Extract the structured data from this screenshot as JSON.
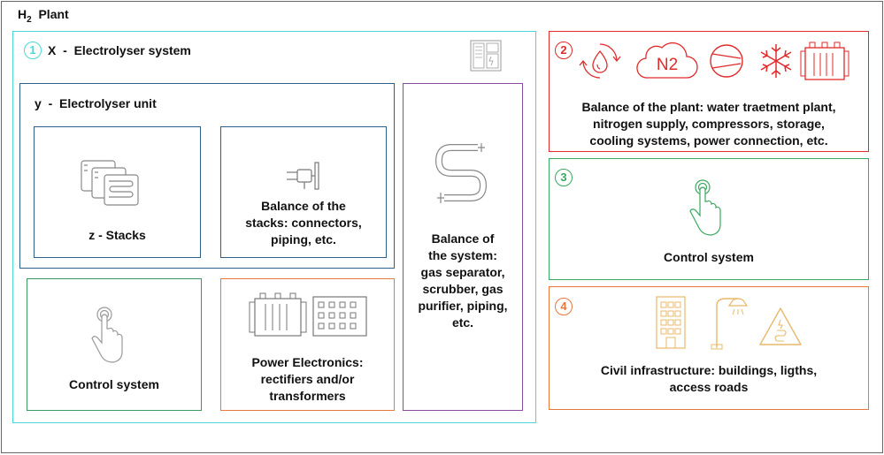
{
  "page": {
    "title_main": "H",
    "title_sub": "2",
    "title_rest": "Plant"
  },
  "electrolyser_system": {
    "number": "1",
    "code": "X",
    "separator": "-",
    "title": "Electrolyser system",
    "color": "#4dd6d6",
    "unit": {
      "code": "y",
      "separator": "-",
      "title": "Electrolyser unit",
      "color": "#2d5f88",
      "stacks_label": "z - Stacks",
      "bos_label_line1": "Balance of the",
      "bos_label_line2": "stacks: connectors,",
      "bos_label_line3": "piping, etc."
    },
    "control": {
      "label": "Control system",
      "color": "#3a9b62"
    },
    "power": {
      "label_line1": "Power Electronics:",
      "label_line2": "rectifiers and/or",
      "label_line3": "transformers",
      "color": "#e8773c"
    },
    "bosystem": {
      "label_line1": "Balance of",
      "label_line2": "the system:",
      "label_line3": "gas separator,",
      "label_line4": "scrubber, gas",
      "label_line5": "purifier, piping,",
      "label_line6": "etc.",
      "color": "#8a4a9e"
    }
  },
  "balance_of_plant": {
    "number": "2",
    "label_line1": "Balance of the plant: water traetment plant,",
    "label_line2": "nitrogen supply, compressors, storage,",
    "label_line3": "cooling systems, power connection, etc.",
    "icon_n2_text": "N2",
    "color": "#e02a2a"
  },
  "control_system": {
    "number": "3",
    "label": "Control system",
    "color": "#3aa860"
  },
  "civil": {
    "number": "4",
    "label_line1": "Civil infrastructure: buildings, ligths,",
    "label_line2": "access roads",
    "color": "#e8773c",
    "icon_color": "#e8b86b"
  }
}
